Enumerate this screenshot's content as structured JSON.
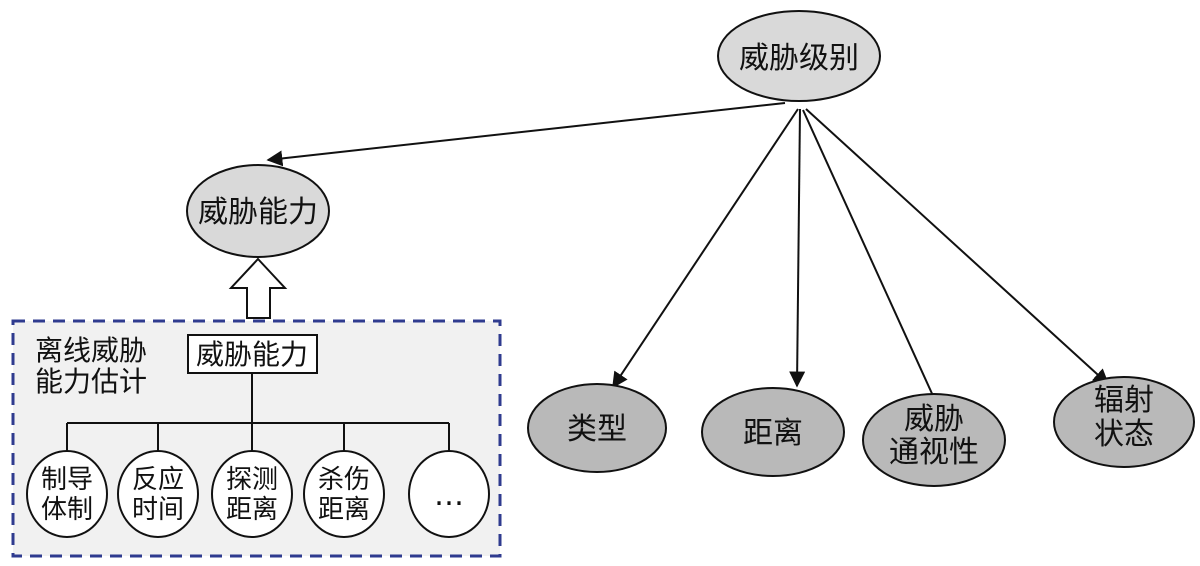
{
  "colors": {
    "node_fill": "#d9d9d9",
    "dark_node_fill": "#b9b9b9",
    "dashed_box": "#2f3b8f",
    "line": "#111111",
    "box_fill": "#f1f1f1"
  },
  "nodes": {
    "threat_level": "威胁级别",
    "threat_capability": "威胁能力",
    "type": "类型",
    "distance": "距离",
    "threat_visibility": [
      "威胁",
      "通视性"
    ],
    "radiation_status": [
      "辐射",
      "状态"
    ]
  },
  "offline": {
    "title": [
      "离线威胁",
      "能力估计"
    ],
    "capability_box": "威胁能力",
    "factors": [
      [
        "制导",
        "体制"
      ],
      [
        "反应",
        "时间"
      ],
      [
        "探测",
        "距离"
      ],
      [
        "杀伤",
        "距离"
      ],
      [
        "…"
      ]
    ]
  }
}
